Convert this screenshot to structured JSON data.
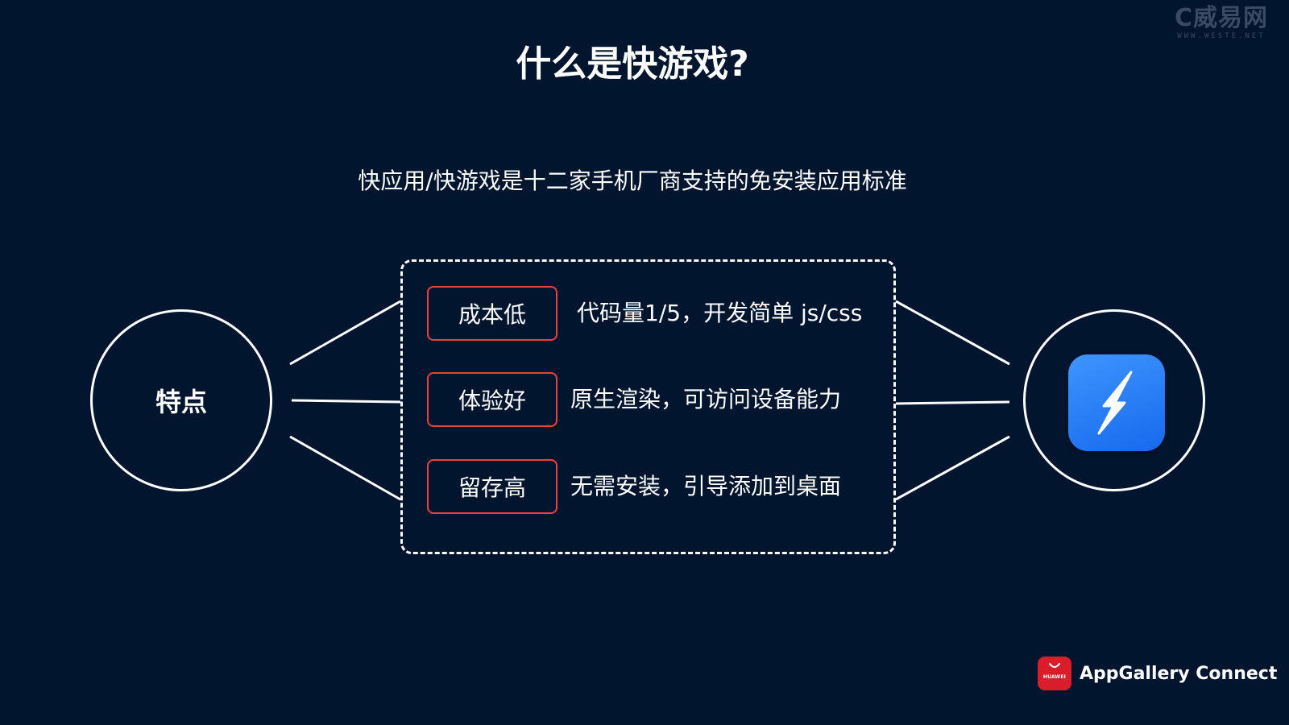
{
  "watermark": {
    "logo": "C威易网",
    "url": "WWW.WESTE.NET"
  },
  "title": "什么是快游戏?",
  "subtitle": "快应用/快游戏是十二家手机厂商支持的免安装应用标准",
  "center_node": {
    "label": "特点"
  },
  "features": [
    {
      "tag": "成本低",
      "desc": "代码量1/5，开发简单 js/css"
    },
    {
      "tag": "体验好",
      "desc": "原生渲染，可访问设备能力"
    },
    {
      "tag": "留存高",
      "desc": "无需安装，引导添加到桌面"
    }
  ],
  "app_icon": {
    "icon": "quick-app-lightning-icon"
  },
  "brand": {
    "logo_text": "HUAWEI",
    "name": "AppGallery Connect"
  },
  "colors": {
    "background": "#01152f",
    "tag_border": "#e8423f",
    "icon_blue": "#1769ec",
    "brand_red": "#d81e2b"
  }
}
